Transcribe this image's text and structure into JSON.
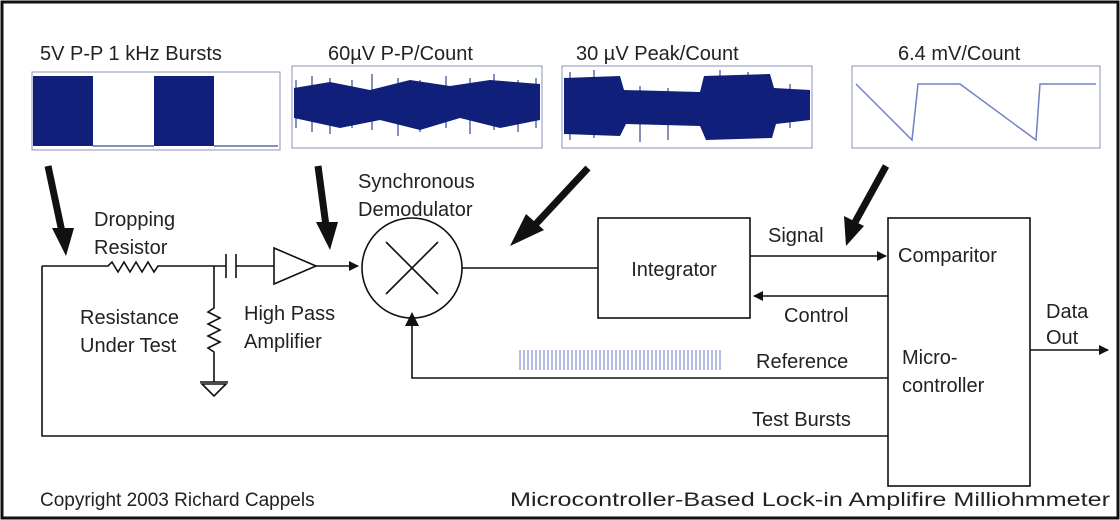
{
  "waveforms": {
    "bursts": "5V P-P 1 kHz Bursts",
    "noise_pp": "60µV P-P/Count",
    "peak": "30 µV Peak/Count",
    "integrator": "6.4 mV/Count"
  },
  "labels": {
    "dropping_resistor_1": "Dropping",
    "dropping_resistor_2": "Resistor",
    "rut_1": "Resistance",
    "rut_2": "Under Test",
    "hp_1": "High Pass",
    "hp_2": "Amplifier",
    "sync_1": "Synchronous",
    "sync_2": "Demodulator",
    "signal": "Signal",
    "control": "Control",
    "reference": "Reference",
    "test_bursts": "Test Bursts",
    "data_1": "Data",
    "data_2": "Out"
  },
  "blocks": {
    "integrator": "Integrator",
    "comparitor": "Comparitor",
    "micro_1": "Micro-",
    "micro_2": "controller"
  },
  "footer": {
    "copyright": "Copyright 2003 Richard Cappels",
    "title": "Microcontroller-Based Lock-in Amplifire Milliohmmeter"
  },
  "colors": {
    "waveform": "#0f1f7a",
    "reference_ticks": "#6a78c8"
  }
}
